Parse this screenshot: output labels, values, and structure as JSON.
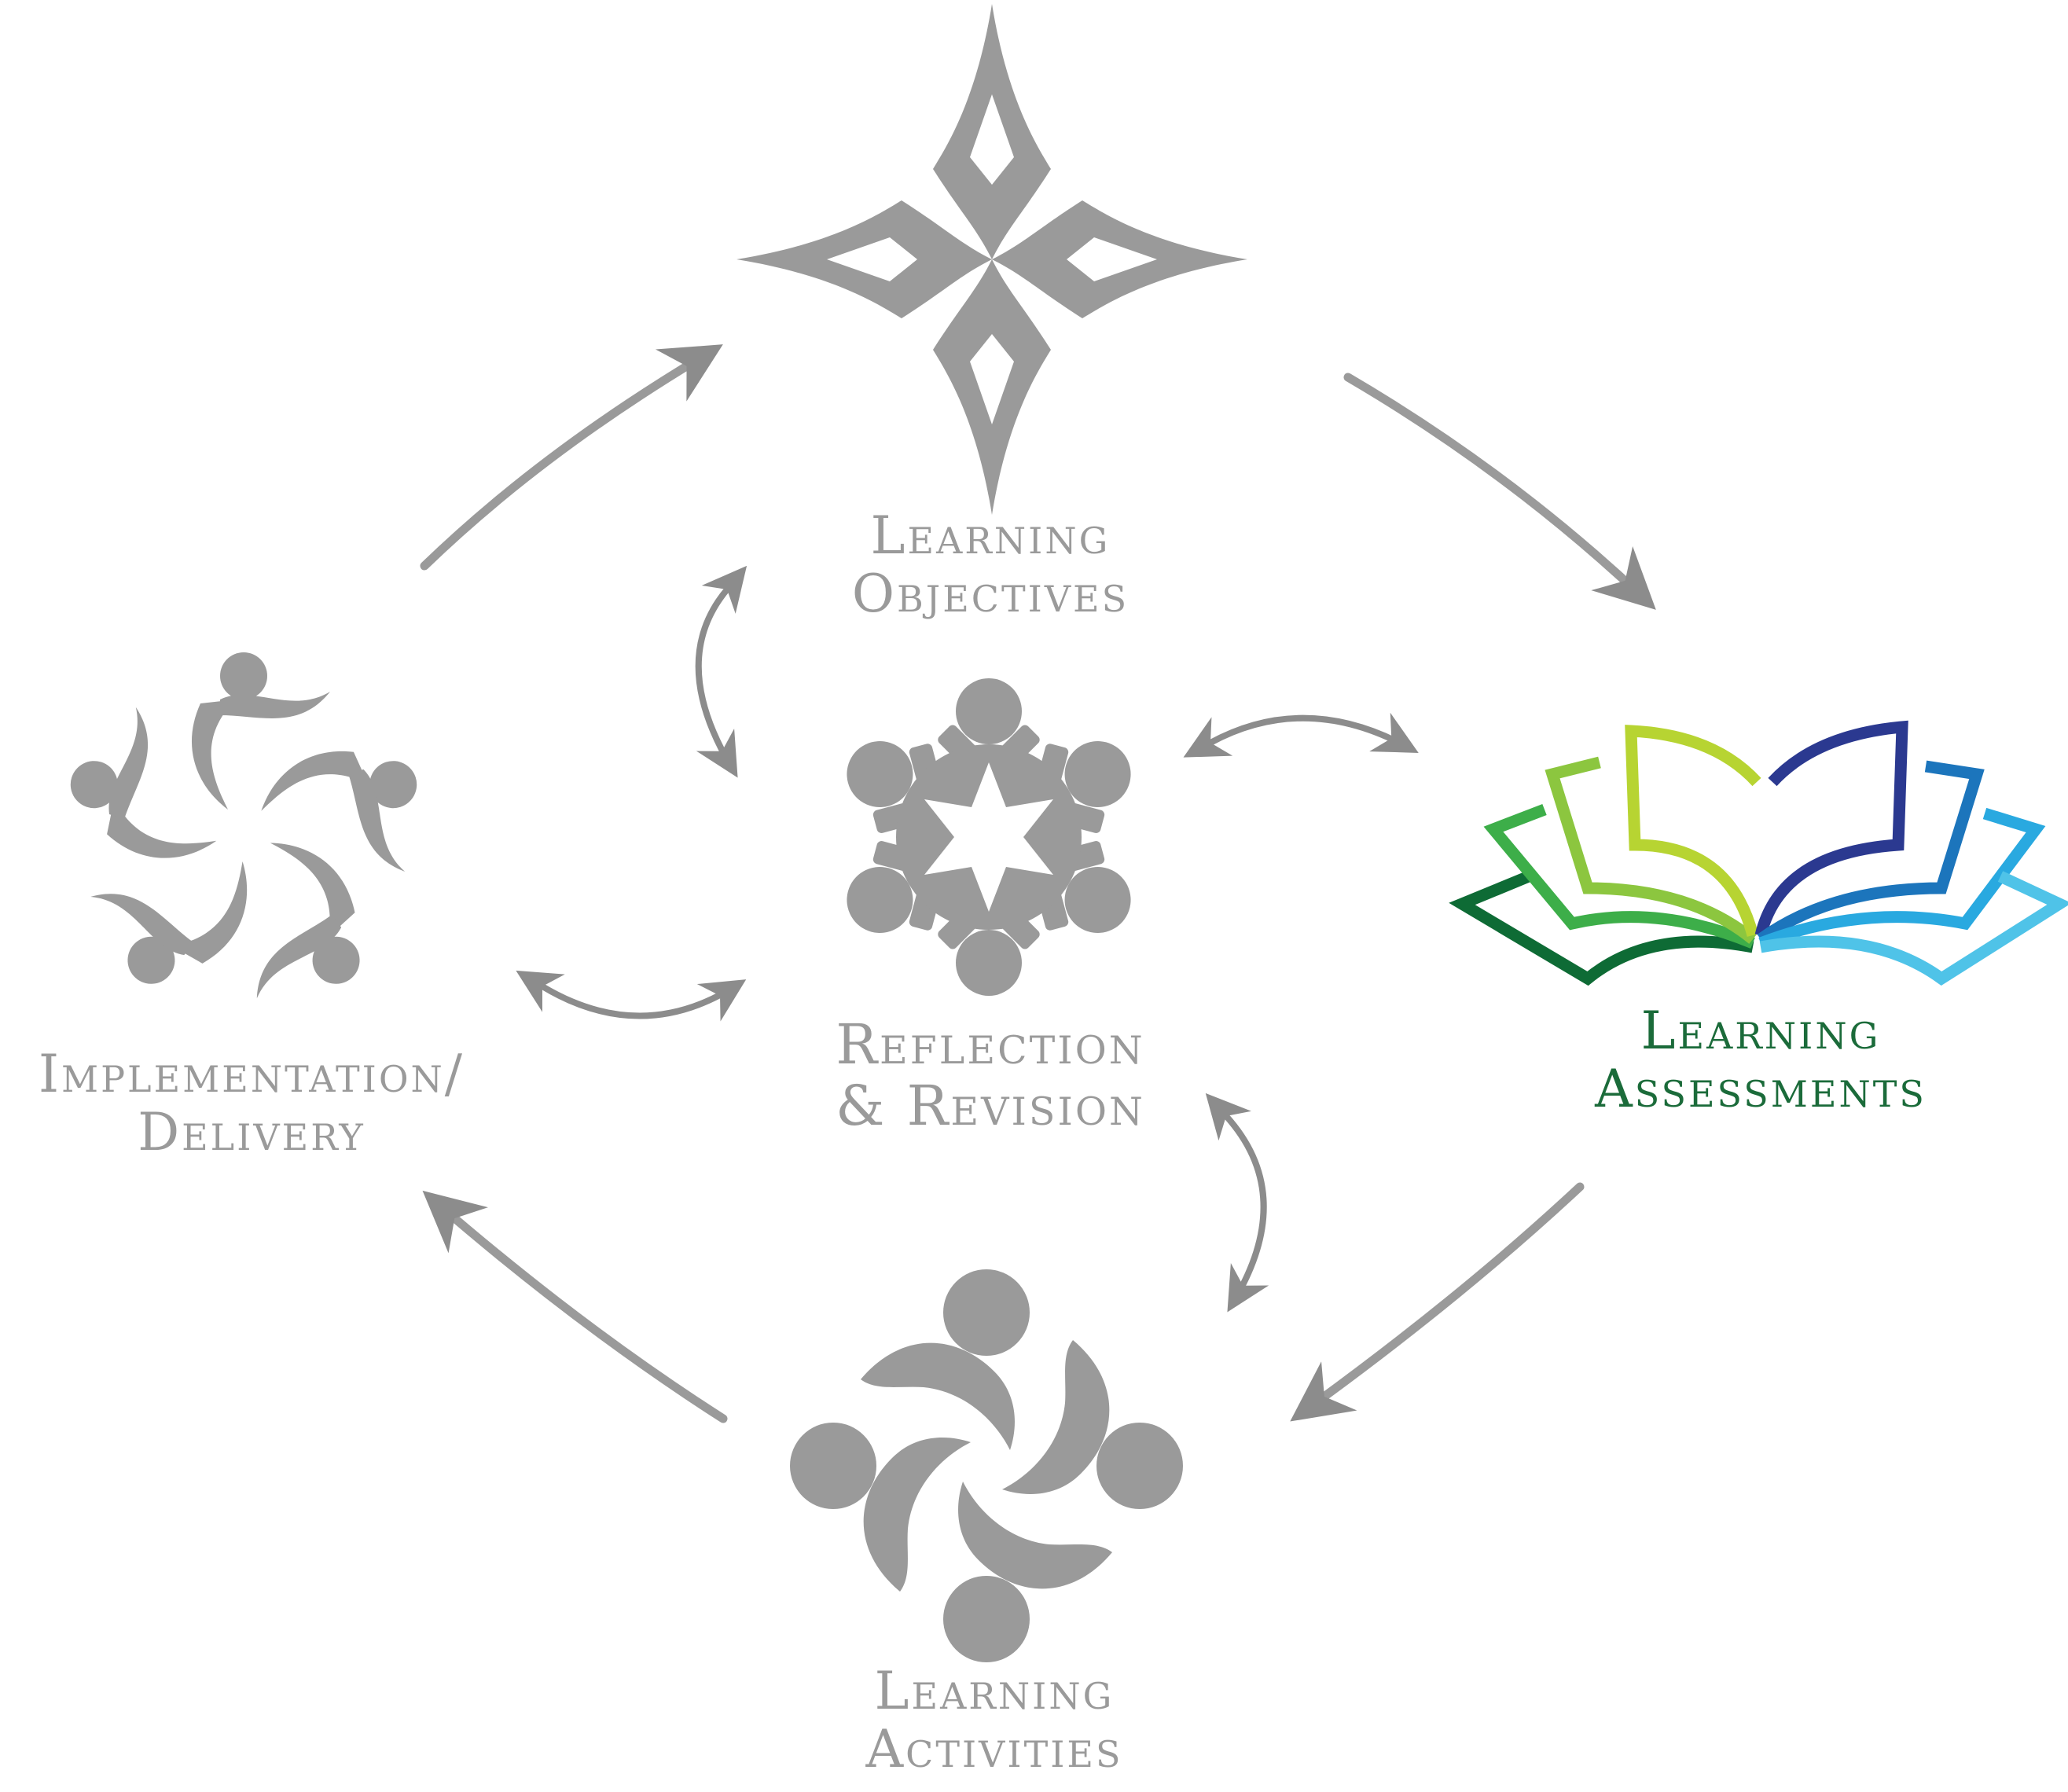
{
  "nodes": {
    "objectives": {
      "line1": "Learning",
      "line2": "Objectives",
      "icon": "four-point-star-icon"
    },
    "assessments": {
      "line1": "Learning",
      "line2": "Assessments",
      "icon": "open-book-icon"
    },
    "activities": {
      "line1": "Learning",
      "line2": "Activities",
      "icon": "four-people-circle-icon"
    },
    "implementation": {
      "line1": "Implementation/",
      "line2": "Delivery",
      "icon": "five-people-spiral-icon"
    },
    "reflection": {
      "line1": "Reflection",
      "line2": "& Revision",
      "icon": "people-star-ring-icon"
    }
  },
  "colors": {
    "gray": "#9a9a9a",
    "arrow_gray": "#8c8c8c",
    "assessment_green": "#1b6b3a",
    "book_green_dark": "#0e6b35",
    "book_green": "#3dae49",
    "book_yellow_green": "#b7d432",
    "book_navy": "#2b3990",
    "book_blue": "#1c75bc",
    "book_light_blue": "#4fc3e8"
  }
}
